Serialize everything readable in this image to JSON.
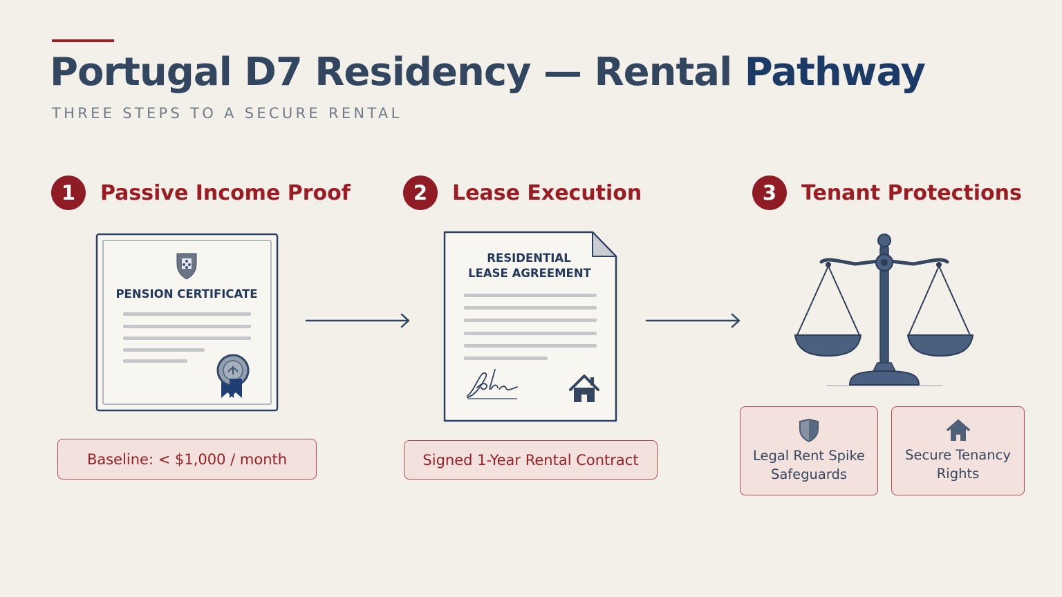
{
  "header": {
    "title_main": "Portugal D7 Residency — Rental ",
    "title_highlight": "Pathway",
    "subtitle": "THREE STEPS TO A SECURE RENTAL"
  },
  "steps": [
    {
      "number": "1",
      "title": "Passive Income Proof",
      "illustration_label": "PENSION CERTIFICATE",
      "tag": "Baseline: < $1,000 / month"
    },
    {
      "number": "2",
      "title": "Lease Execution",
      "illustration_label_line1": "RESIDENTIAL",
      "illustration_label_line2": "LEASE AGREEMENT",
      "tag": "Signed 1-Year Rental Contract"
    },
    {
      "number": "3",
      "title": "Tenant Protections",
      "icon": "scales-of-justice-icon",
      "protections": [
        {
          "icon": "shield-icon",
          "line1": "Legal Rent Spike",
          "line2": "Safeguards"
        },
        {
          "icon": "house-icon",
          "line1": "Secure Tenancy",
          "line2": "Rights"
        }
      ]
    }
  ],
  "colors": {
    "accent_red": "#9b1c23",
    "navy": "#1b3a66",
    "background": "#f3f0e9",
    "tag_fill": "#f2e1dc"
  }
}
